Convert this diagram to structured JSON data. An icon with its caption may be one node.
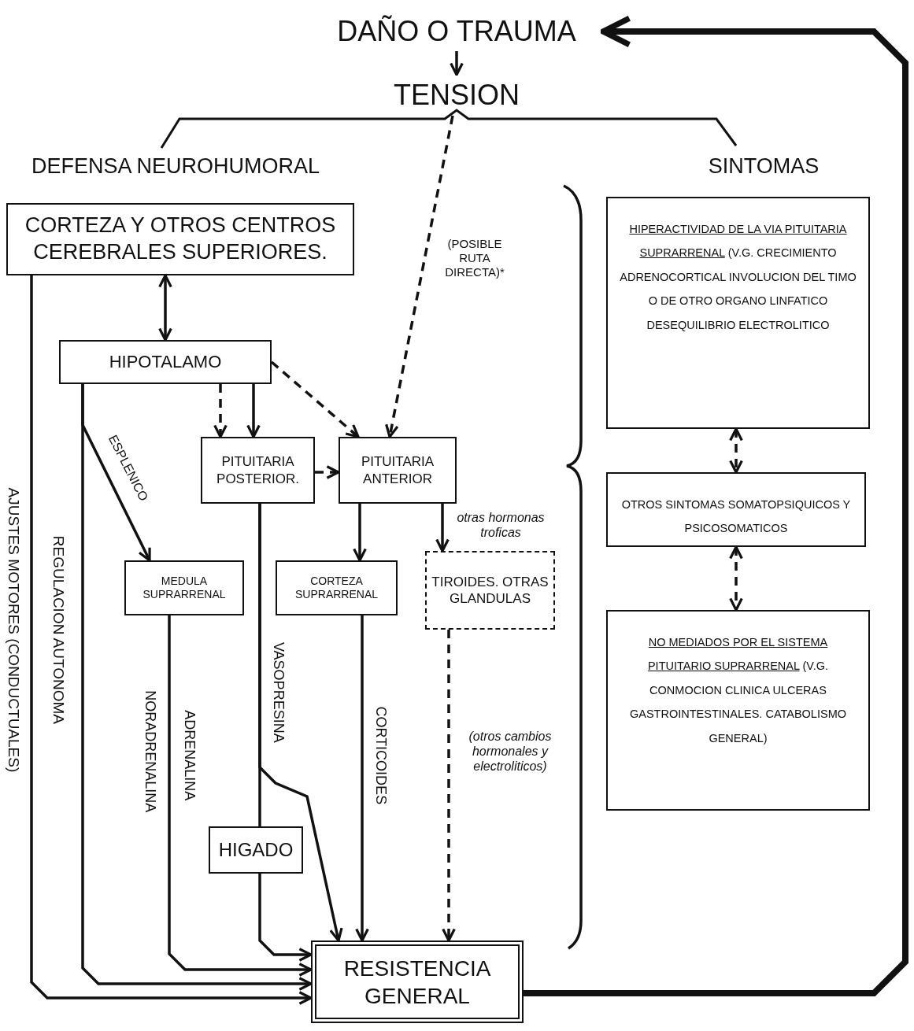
{
  "diagram": {
    "nodes": [
      {
        "text": [
          "DAÑO O TRAUMA"
        ]
      },
      {
        "text": [
          "TENSION"
        ]
      },
      {
        "text": [
          "CORTEZA Y OTROS CENTROS CEREBRALES SUPERIORES."
        ]
      },
      {
        "text": [
          "HIPOTALAMO"
        ]
      },
      {
        "text": [
          "PITUITARIA POSTERIOR."
        ]
      },
      {
        "text": [
          "PITUITARIA ANTERIOR"
        ]
      },
      {
        "text": [
          "MEDULA SUPRARRENAL"
        ]
      },
      {
        "text": [
          "CORTEZA SUPRARRENAL"
        ]
      },
      {
        "text": [
          "TIROIDES. OTRAS GLANDULAS"
        ]
      },
      {
        "text": [
          "HIGADO"
        ]
      },
      {
        "text": [
          "RESISTENCIA GENERAL"
        ]
      },
      {
        "text": [
          "HIPERACTIVIDAD DE LA VIA PITUITARIA SUPRARRENAL",
          "(V.G. CRECIMIENTO ADRENOCORTICAL INVOLUCION DEL TIMO O DE OTRO ORGANO LINFATICO DESEQUILIBRIO ELECTROLITICO"
        ]
      },
      {
        "text": [
          "OTROS SINTOMAS SOMATOPSIQUICOS Y PSICOSOMATICOS"
        ]
      },
      {
        "text": [
          "NO MEDIADOS POR EL SISTEMA PITUITARIO SUPRARRENAL",
          "(V.G. CONMOCION CLINICA ULCERAS GASTROINTESTINALES. CATABOLISMO GENERAL)"
        ]
      }
    ],
    "edges": [
      {
        "from": 10,
        "to": 0,
        "arrow": "to",
        "style": "thick"
      },
      {
        "from": 0,
        "to": 1,
        "arrow": "to"
      },
      {
        "from": 1,
        "to": 5,
        "arrow": "to",
        "style": "dashed",
        "label": "(POSIBLE RUTA DIRECTA)*"
      },
      {
        "from": 2,
        "to": 3,
        "arrow": "both"
      },
      {
        "from": 3,
        "to": 4,
        "arrow": "to",
        "style": "dashed"
      },
      {
        "from": 3,
        "to": 4,
        "arrow": "to"
      },
      {
        "from": 3,
        "to": 5,
        "arrow": "to",
        "style": "dashed"
      },
      {
        "from": 4,
        "to": 5,
        "arrow": "to",
        "style": "dashed"
      },
      {
        "from": 3,
        "to": 6,
        "arrow": "to",
        "label": "ESPLENICO"
      },
      {
        "from": 3,
        "to": 10,
        "arrow": "to",
        "label": "REGULACION AUTONOMA"
      },
      {
        "from": 2,
        "to": 10,
        "arrow": "to",
        "label": "AJUSTES MOTORES (CONDUCTUALES)"
      },
      {
        "from": 6,
        "to": 10,
        "arrow": "to",
        "label": "ADRENALINA"
      },
      {
        "from": 4,
        "to": 9,
        "arrow": "none"
      },
      {
        "from": 4,
        "to": 10,
        "arrow": "to",
        "label": "VASOPRESINA"
      },
      {
        "from": 9,
        "to": 10,
        "arrow": "to"
      },
      {
        "from": 5,
        "to": 7,
        "arrow": "to"
      },
      {
        "from": 5,
        "to": 8,
        "arrow": "to",
        "label": "otras hormonas troficas"
      },
      {
        "from": 7,
        "to": 10,
        "arrow": "to",
        "label": "CORTICOIDES"
      },
      {
        "from": 8,
        "to": 10,
        "arrow": "to",
        "style": "dashed",
        "label": "(otros cambios hormonales y electroliticos)"
      },
      {
        "from": 11,
        "to": 12,
        "arrow": "both",
        "style": "dashed"
      },
      {
        "from": 12,
        "to": 13,
        "arrow": "both",
        "style": "dashed"
      }
    ],
    "labels": [
      "DEFENSA NEUROHUMORAL",
      "SINTOMAS",
      "NORADRENALINA"
    ]
  }
}
